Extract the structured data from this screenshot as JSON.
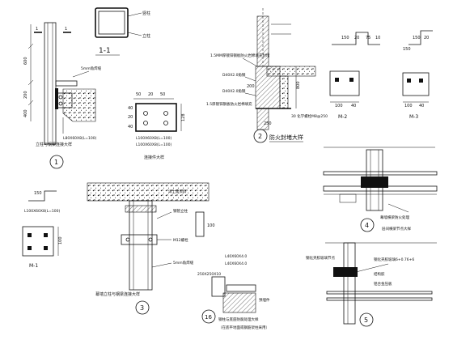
{
  "d1": {
    "detail_no": "1",
    "section_mark_left": "1",
    "section_mark_right": "1",
    "caption": "立柱与钢梁连接大样",
    "plan_label_a": "竖柱",
    "plan_label_b": "立柱",
    "section_title": "1-1",
    "dim_top": "600",
    "dim_mid": "200",
    "dim_bot": "400",
    "angle_note": "L80X60X8(L=100)",
    "weld_note": "5mm角焊缝"
  },
  "pl": {
    "caption": "连接件大样",
    "dims_top": [
      "50",
      "20",
      "50"
    ],
    "dim_side": "128",
    "dims_side_left": [
      "40",
      "20",
      "40"
    ],
    "note1": "L100X60X8(L=100)",
    "note2": "L100X60X8(L=100)"
  },
  "d2": {
    "detail_no": "2",
    "title": "防火封堵大样",
    "note_top": "1.5MM厚镀锌钢板防火岩棉填充封堵",
    "note_fix": "D40X2.0角钢",
    "note_fix2": "D40X2.0角钢",
    "note_bot": "1.5厚镀锌钢板防火岩棉填充",
    "dim_800": "800",
    "dim_200": "200",
    "dim_250": "250",
    "note_anchor": "30 化学螺栓M8@250"
  },
  "m2": {
    "title": "M-2",
    "dims": [
      "150",
      "20",
      "75",
      "10"
    ],
    "side": [
      "100",
      "40"
    ]
  },
  "m3": {
    "title": "M-3",
    "dims": [
      "150",
      "20",
      "150"
    ],
    "side": [
      "100",
      "40"
    ]
  },
  "m1": {
    "title": "M-1",
    "dims": [
      "150",
      "100"
    ],
    "note": "L100X60X8(L=100)"
  },
  "d3": {
    "detail_no": "3",
    "caption": "幕墙立柱与钢梁连接大样",
    "note_top": "详土建资料",
    "note_a": "钢管立柱",
    "note_b": "M12螺栓",
    "note_c": "5mm角焊缝",
    "dim": "100"
  },
  "d4": {
    "detail_no": "4",
    "caption": "层间横梁节点大样",
    "note": "幕墙横梁防火处理"
  },
  "d5": {
    "detail_no": "5",
    "caption": "钢化夹胶玻璃节点",
    "note_a": "钢化夹胶玻璃6+0.76+6",
    "note_b": "结构胶",
    "note_c": "铝合金压板"
  },
  "d16": {
    "detail_no": "16",
    "caption_line1": "钢柱与底座防腐处理大样",
    "caption_line2": "（在底平地面或钢筋架柱采用）",
    "note_a": "预埋件",
    "dim_a": "250X250X10",
    "dim_b": "L40X60X4.0",
    "dim_c": "L40X60X4.0"
  }
}
